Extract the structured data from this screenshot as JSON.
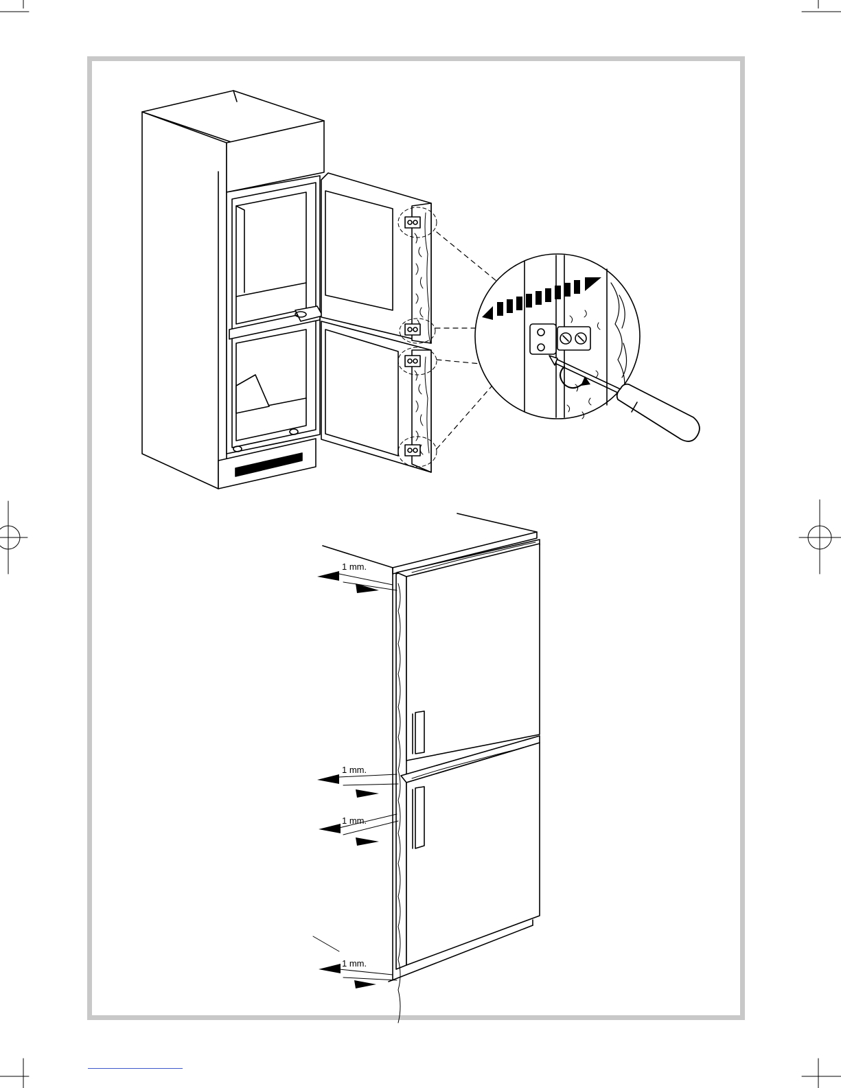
{
  "figure": {
    "dimension_labels": [
      "1 mm.",
      "1 mm.",
      "1 mm.",
      "1 mm."
    ]
  }
}
